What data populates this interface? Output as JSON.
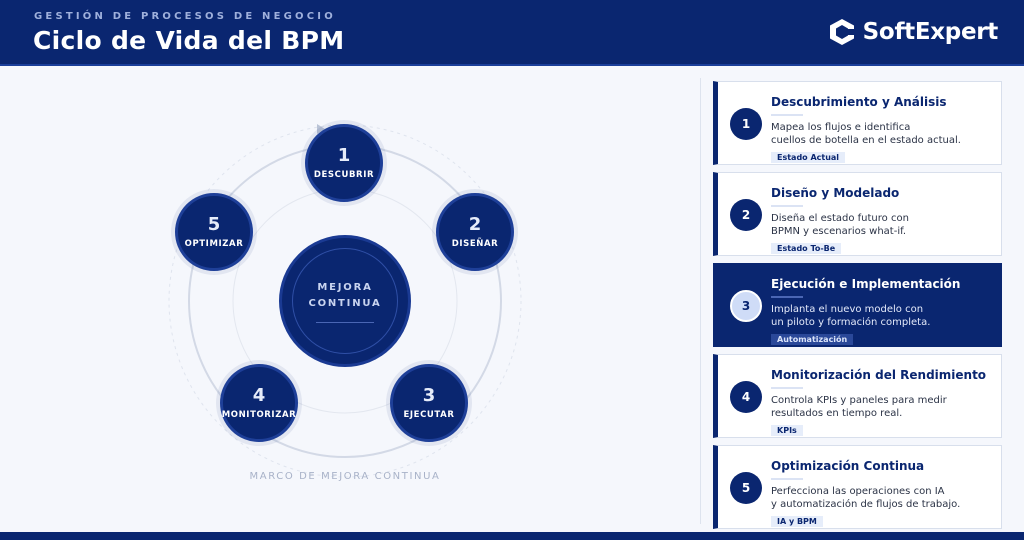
{
  "header": {
    "eyebrow": "GESTIÓN DE PROCESOS DE NEGOCIO",
    "title": "Ciclo de Vida del BPM",
    "brand": "SoftExpert",
    "brand_icon": "hexagon-logo-icon"
  },
  "diagram": {
    "center_label_line1": "MEJORA",
    "center_label_line2": "CONTINUA",
    "frame_caption": "MARCO DE MEJORA CONTINUA",
    "nodes": [
      {
        "num": "1",
        "label": "DESCUBRIR"
      },
      {
        "num": "2",
        "label": "DISEÑAR"
      },
      {
        "num": "3",
        "label": "EJECUTAR"
      },
      {
        "num": "4",
        "label": "MONITORIZAR"
      },
      {
        "num": "5",
        "label": "OPTIMIZAR"
      }
    ]
  },
  "steps": [
    {
      "num": "1",
      "title": "Descubrimiento y Análisis",
      "desc_line1": "Mapea los flujos e identifica",
      "desc_line2": "cuellos de botella en el estado actual.",
      "tag": "Estado Actual",
      "active": false
    },
    {
      "num": "2",
      "title": "Diseño y Modelado",
      "desc_line1": "Diseña el estado futuro con",
      "desc_line2": "BPMN y escenarios what-if.",
      "tag": "Estado To-Be",
      "active": false
    },
    {
      "num": "3",
      "title": "Ejecución e Implementación",
      "desc_line1": "Implanta el nuevo modelo con",
      "desc_line2": "un piloto y formación completa.",
      "tag": "Automatización",
      "active": true
    },
    {
      "num": "4",
      "title": "Monitorización del Rendimiento",
      "desc_line1": "Controla KPIs y paneles para medir",
      "desc_line2": "resultados en tiempo real.",
      "tag": "KPIs",
      "active": false
    },
    {
      "num": "5",
      "title": "Optimización Continua",
      "desc_line1": "Perfecciona las operaciones con IA",
      "desc_line2": "y automatización de flujos de trabajo.",
      "tag": "IA y BPM",
      "active": false
    }
  ],
  "colors": {
    "navy": "#0a2670",
    "accent_light": "#cfdcf7",
    "background": "#f5f7fc"
  }
}
